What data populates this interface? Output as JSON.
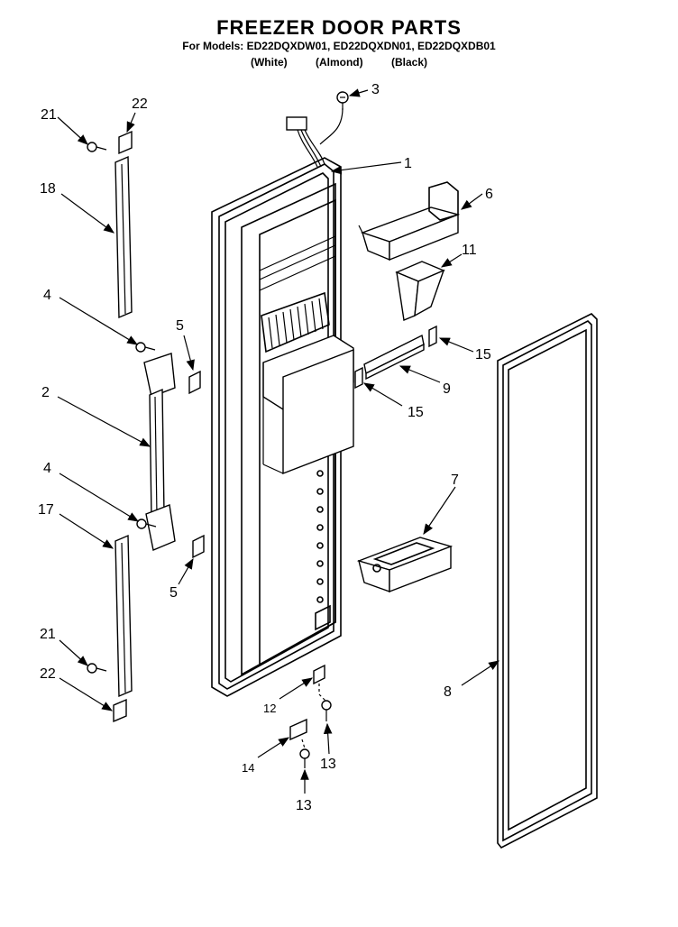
{
  "header": {
    "title": "FREEZER DOOR PARTS",
    "models": "For Models: ED22DQXDW01, ED22DQXDN01, ED22DQXDB01",
    "colors": [
      "(White)",
      "(Almond)",
      "(Black)"
    ]
  },
  "callouts": {
    "c1": "1",
    "c2": "2",
    "c3": "3",
    "c4a": "4",
    "c4b": "4",
    "c5a": "5",
    "c5b": "5",
    "c6": "6",
    "c7": "7",
    "c8": "8",
    "c9": "9",
    "c11": "11",
    "c12": "12",
    "c13a": "13",
    "c13b": "13",
    "c14": "14",
    "c15a": "15",
    "c15b": "15",
    "c17": "17",
    "c18": "18",
    "c21a": "21",
    "c21b": "21",
    "c22a": "22",
    "c22b": "22"
  }
}
